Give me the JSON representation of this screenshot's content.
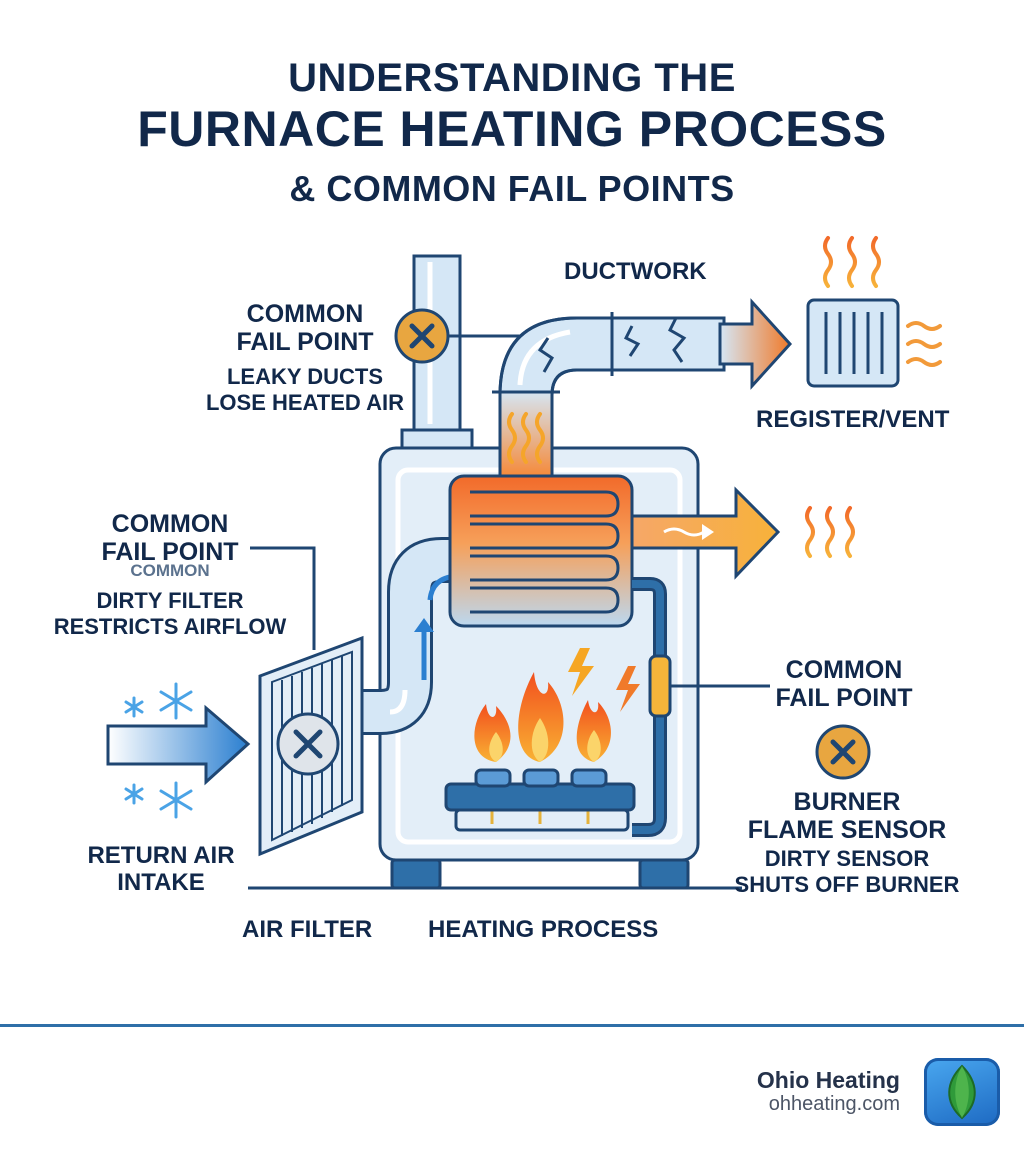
{
  "title": {
    "line1": "UNDERSTANDING THE",
    "line2": "FURNACE HEATING PROCESS",
    "line3": "& COMMON FAIL POINTS"
  },
  "labels": {
    "ductwork": "DUCTWORK",
    "register": "REGISTER/VENT",
    "return_line1": "RETURN AIR",
    "return_line2": "INTAKE",
    "air_filter": "AIR FILTER",
    "heating_process": "HEATING PROCESS"
  },
  "fail_points": {
    "ducts": {
      "heading_line1": "COMMON",
      "heading_line2": "FAIL POINT",
      "desc_line1": "LEAKY DUCTS",
      "desc_line2": "LOSE HEATED AIR"
    },
    "filter": {
      "heading_line1": "COMMON",
      "heading_line2": "FAIL POINT",
      "sub": "COMMON",
      "desc_line1": "DIRTY FILTER",
      "desc_line2": "RESTRICTS AIRFLOW"
    },
    "sensor": {
      "heading_line1": "COMMON",
      "heading_line2": "FAIL POINT",
      "name_line1": "BURNER",
      "name_line2": "FLAME SENSOR",
      "desc_line1": "DIRTY SENSOR",
      "desc_line2": "SHUTS OFF BURNER"
    }
  },
  "footer": {
    "brand": "Ohio Heating",
    "url": "ohheating.com"
  },
  "colors": {
    "navy": "#11284a",
    "duct_blue": "#d5e7f6",
    "outline": "#1f4672",
    "heat_orange": "#f07a2a",
    "warning_amber": "#e8a640",
    "accent_blue": "#2e6fa8"
  },
  "icons": [
    "fail-x-icon",
    "snowflake-icon",
    "flame-icon",
    "lightning-icon",
    "heat-wave-icon",
    "logo-leaf-icon"
  ]
}
